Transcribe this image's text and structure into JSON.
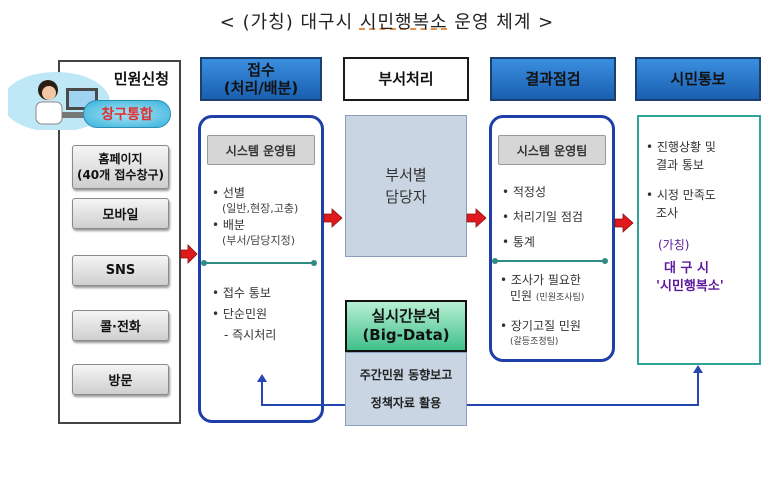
{
  "title": {
    "prefix": "< (가칭) 대구시 ",
    "highlight": "시민행복소",
    "suffix": " 운영 체계 >"
  },
  "headers": {
    "apply": "민원신청",
    "reception_line1": "접수",
    "reception_line2": "(처리/배분)",
    "dept": "부서처리",
    "review": "결과점검",
    "notify": "시민통보"
  },
  "badge": "창구통합",
  "channels": {
    "homepage_line1": "홈페이지",
    "homepage_line2": "(40개 접수창구)",
    "mobile": "모바일",
    "sns": "SNS",
    "call": "콜·전화",
    "visit": "방문"
  },
  "reception": {
    "team": "시스템 운영팀",
    "sort": "• 선별",
    "sort_sub": "(일반,현장,고충)",
    "assign": "• 배분",
    "assign_sub": "(부서/담당지정)",
    "notice": "• 접수 통보",
    "simple": "• 단순민원",
    "instant": "- 즉시처리"
  },
  "dept_box": {
    "line1": "부서별",
    "line2": "담당자"
  },
  "review": {
    "team": "시스템 운영팀",
    "item1": "• 적정성",
    "item2": "• 처리기일 점검",
    "item3": "• 통계",
    "survey": "• 조사가 필요한",
    "survey2": "민원",
    "survey_sub": "(민원조사팀)",
    "longterm": "• 장기고질 민원",
    "longterm_sub": "(갈등조정팀)"
  },
  "bigdata": {
    "line1": "실시간분석",
    "line2": "(Big-Data)",
    "report": "주간민원 동향보고",
    "policy": "정책자료 활용"
  },
  "notify": {
    "item1a": "• 진행상황 및",
    "item1b": "결과 통보",
    "item2a": "• 시정 만족도",
    "item2b": "조사",
    "prov": "(가칭)",
    "name1": "대 구 시",
    "name2": "'시민행복소'"
  },
  "colors": {
    "arrow": "#e0191c",
    "frame_blue": "#1f3fa8",
    "return_line": "#2646b0",
    "teal": "#2f8c84"
  }
}
